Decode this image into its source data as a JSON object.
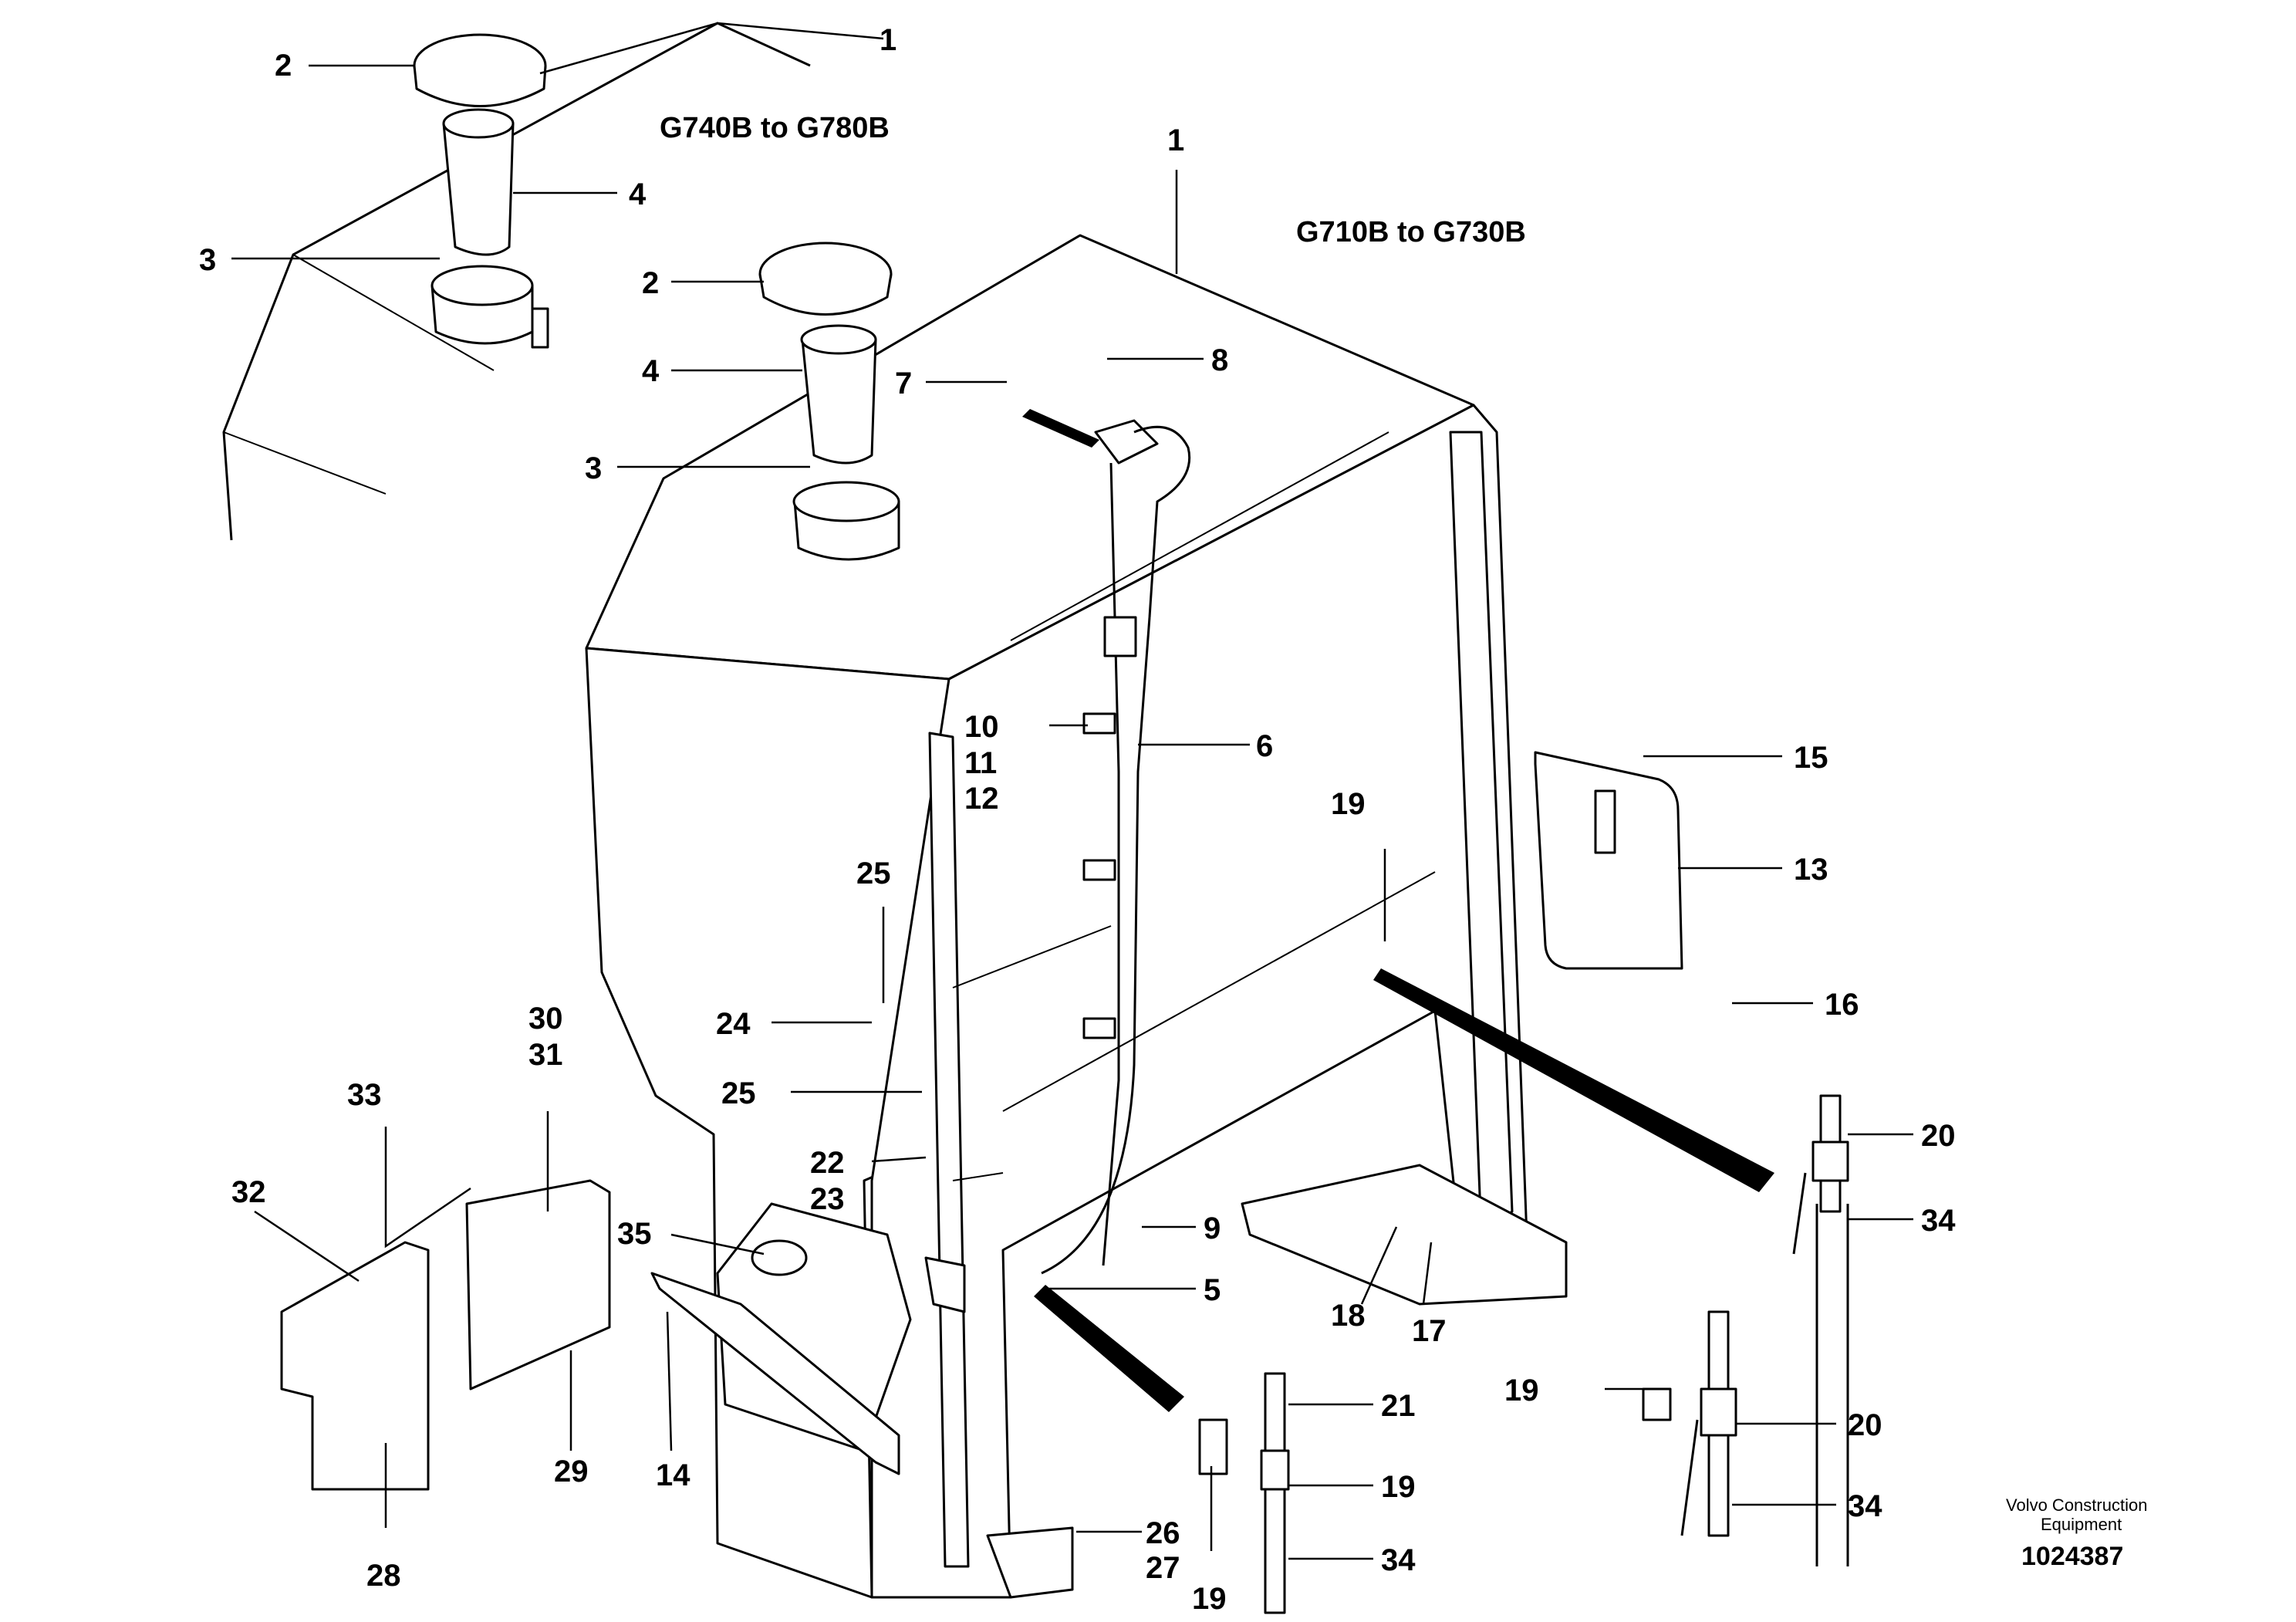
{
  "titles": {
    "top_left": "G740B to G780B",
    "main": "G710B to G730B"
  },
  "brand": {
    "line1": "Volvo Construction",
    "line2": "Equipment",
    "doc_number": "1024387"
  },
  "labels": {
    "n1a": "1",
    "n1b": "1",
    "n2a": "2",
    "n2b": "2",
    "n3a": "3",
    "n3b": "3",
    "n4a": "4",
    "n4b": "4",
    "n5": "5",
    "n6": "6",
    "n7": "7",
    "n8": "8",
    "n9": "9",
    "n10": "10",
    "n11": "11",
    "n12": "12",
    "n13": "13",
    "n14": "14",
    "n15": "15",
    "n16": "16",
    "n17": "17",
    "n18": "18",
    "n19a": "19",
    "n19b": "19",
    "n19c": "19",
    "n19d": "19",
    "n20a": "20",
    "n20b": "20",
    "n21": "21",
    "n22": "22",
    "n23": "23",
    "n24": "24",
    "n25a": "25",
    "n25b": "25",
    "n26": "26",
    "n27": "27",
    "n28": "28",
    "n29": "29",
    "n30": "30",
    "n31": "31",
    "n32": "32",
    "n33": "33",
    "n34a": "34",
    "n34b": "34",
    "n34c": "34",
    "n35": "35"
  }
}
